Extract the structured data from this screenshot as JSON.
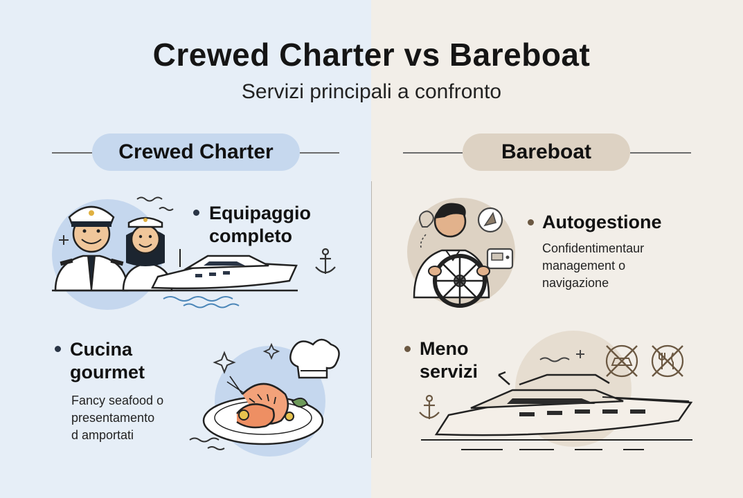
{
  "header": {
    "title": "Crewed Charter vs Bareboat",
    "subtitle": "Servizi principali a confronto"
  },
  "left": {
    "label": "Crewed Charter",
    "accent": "#c6d8ee",
    "features": [
      {
        "title_line1": "Equipaggio",
        "title_line2": "completo",
        "icon": "captain-crew-yacht-icon"
      },
      {
        "title_line1": "Cucina",
        "title_line2": "gourmet",
        "desc_lines": [
          "Fancy seafood o",
          "presentamento",
          "d amportati"
        ],
        "icon": "shrimp-chef-hat-icon"
      }
    ]
  },
  "right": {
    "label": "Bareboat",
    "accent": "#ddd2c3",
    "features": [
      {
        "title": "Autogestione",
        "desc_lines": [
          "Confidentimentaur",
          "management o",
          "navigazione"
        ],
        "icon": "skipper-wheel-icon"
      },
      {
        "title_line1": "Meno",
        "title_line2": "servizi",
        "icon": "yacht-no-services-icon"
      }
    ]
  }
}
